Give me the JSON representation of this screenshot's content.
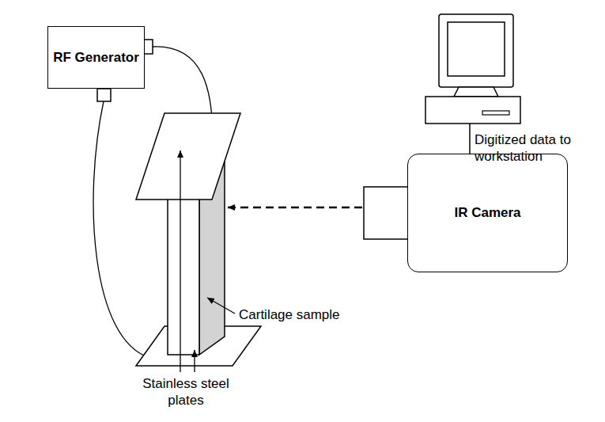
{
  "diagram": {
    "nodes": [
      {
        "text": [
          "RF Generator"
        ]
      },
      {
        "text": [
          "IR Camera"
        ]
      }
    ],
    "labels": [
      "Digitized data to workstation",
      "Cartilage sample",
      "Stainless steel plates"
    ]
  }
}
